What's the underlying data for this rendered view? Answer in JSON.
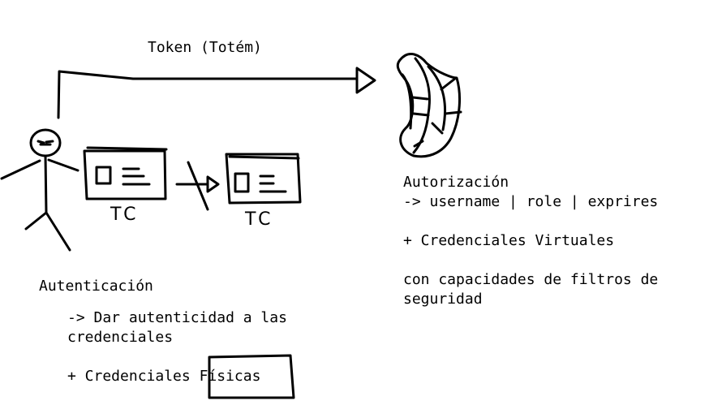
{
  "token_label": "Token (Totém)",
  "card_label_1": "TC",
  "card_label_2": "TC",
  "autorizacion": {
    "title": "Autorización",
    "fields": "-> username | role | exprires",
    "credenciales": "+ Credenciales Virtuales",
    "filtros_line1": "con capacidades de filtros de",
    "filtros_line2": "seguridad"
  },
  "autenticacion": {
    "title": "Autenticación",
    "desc_line1": "-> Dar autenticidad a las",
    "desc_line2": "credenciales",
    "credenciales_prefix": "+ Credenciales ",
    "credenciales_boxed": "Físicas"
  }
}
